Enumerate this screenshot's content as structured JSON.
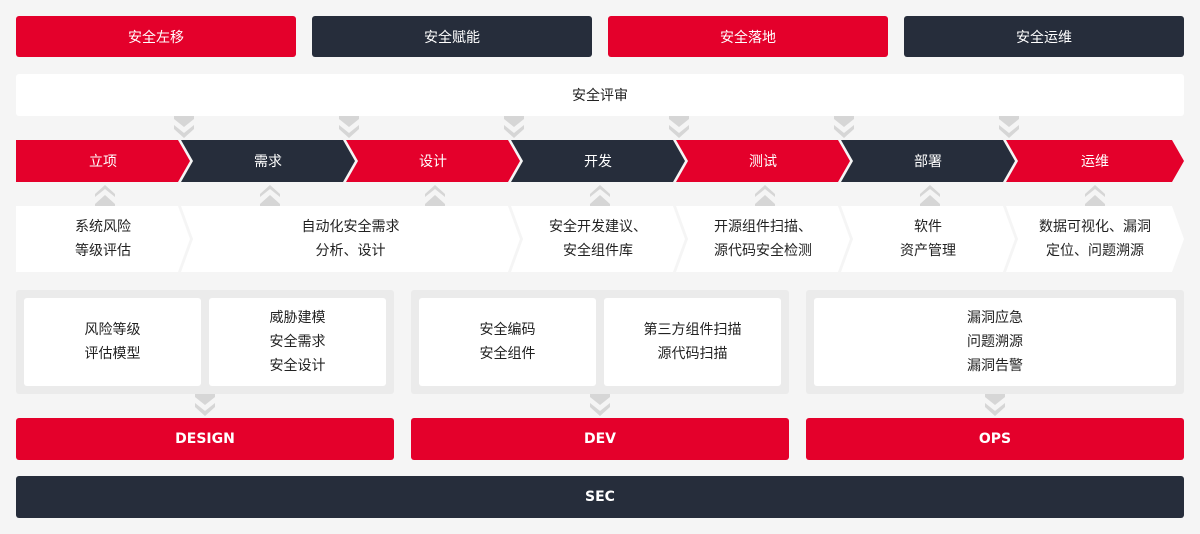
{
  "top_buttons": [
    "安全左移",
    "安全赋能",
    "安全落地",
    "安全运维"
  ],
  "review": "安全评审",
  "stages": [
    "立项",
    "需求",
    "设计",
    "开发",
    "测试",
    "部署",
    "运维"
  ],
  "descriptions": [
    [
      "系统风险",
      "等级评估"
    ],
    [
      "自动化安全需求",
      "分析、设计"
    ],
    [
      "安全开发建议、",
      "安全组件库"
    ],
    [
      "开源组件扫描、",
      "源代码安全检测"
    ],
    [
      "软件",
      "资产管理"
    ],
    [
      "数据可视化、漏洞",
      "定位、问题溯源"
    ]
  ],
  "cards": [
    [
      "风险等级",
      "评估模型"
    ],
    [
      "威胁建模",
      "安全需求",
      "安全设计"
    ],
    [
      "安全编码",
      "安全组件"
    ],
    [
      "第三方组件扫描",
      "源代码扫描"
    ],
    [
      "漏洞应急",
      "问题溯源",
      "漏洞告警"
    ]
  ],
  "phases": [
    "DESIGN",
    "DEV",
    "OPS"
  ],
  "sec": "SEC",
  "colors": {
    "red": "#e4002b",
    "dark": "#262d3b",
    "bg": "#f5f5f5",
    "arrow": "#d6d6d6"
  }
}
